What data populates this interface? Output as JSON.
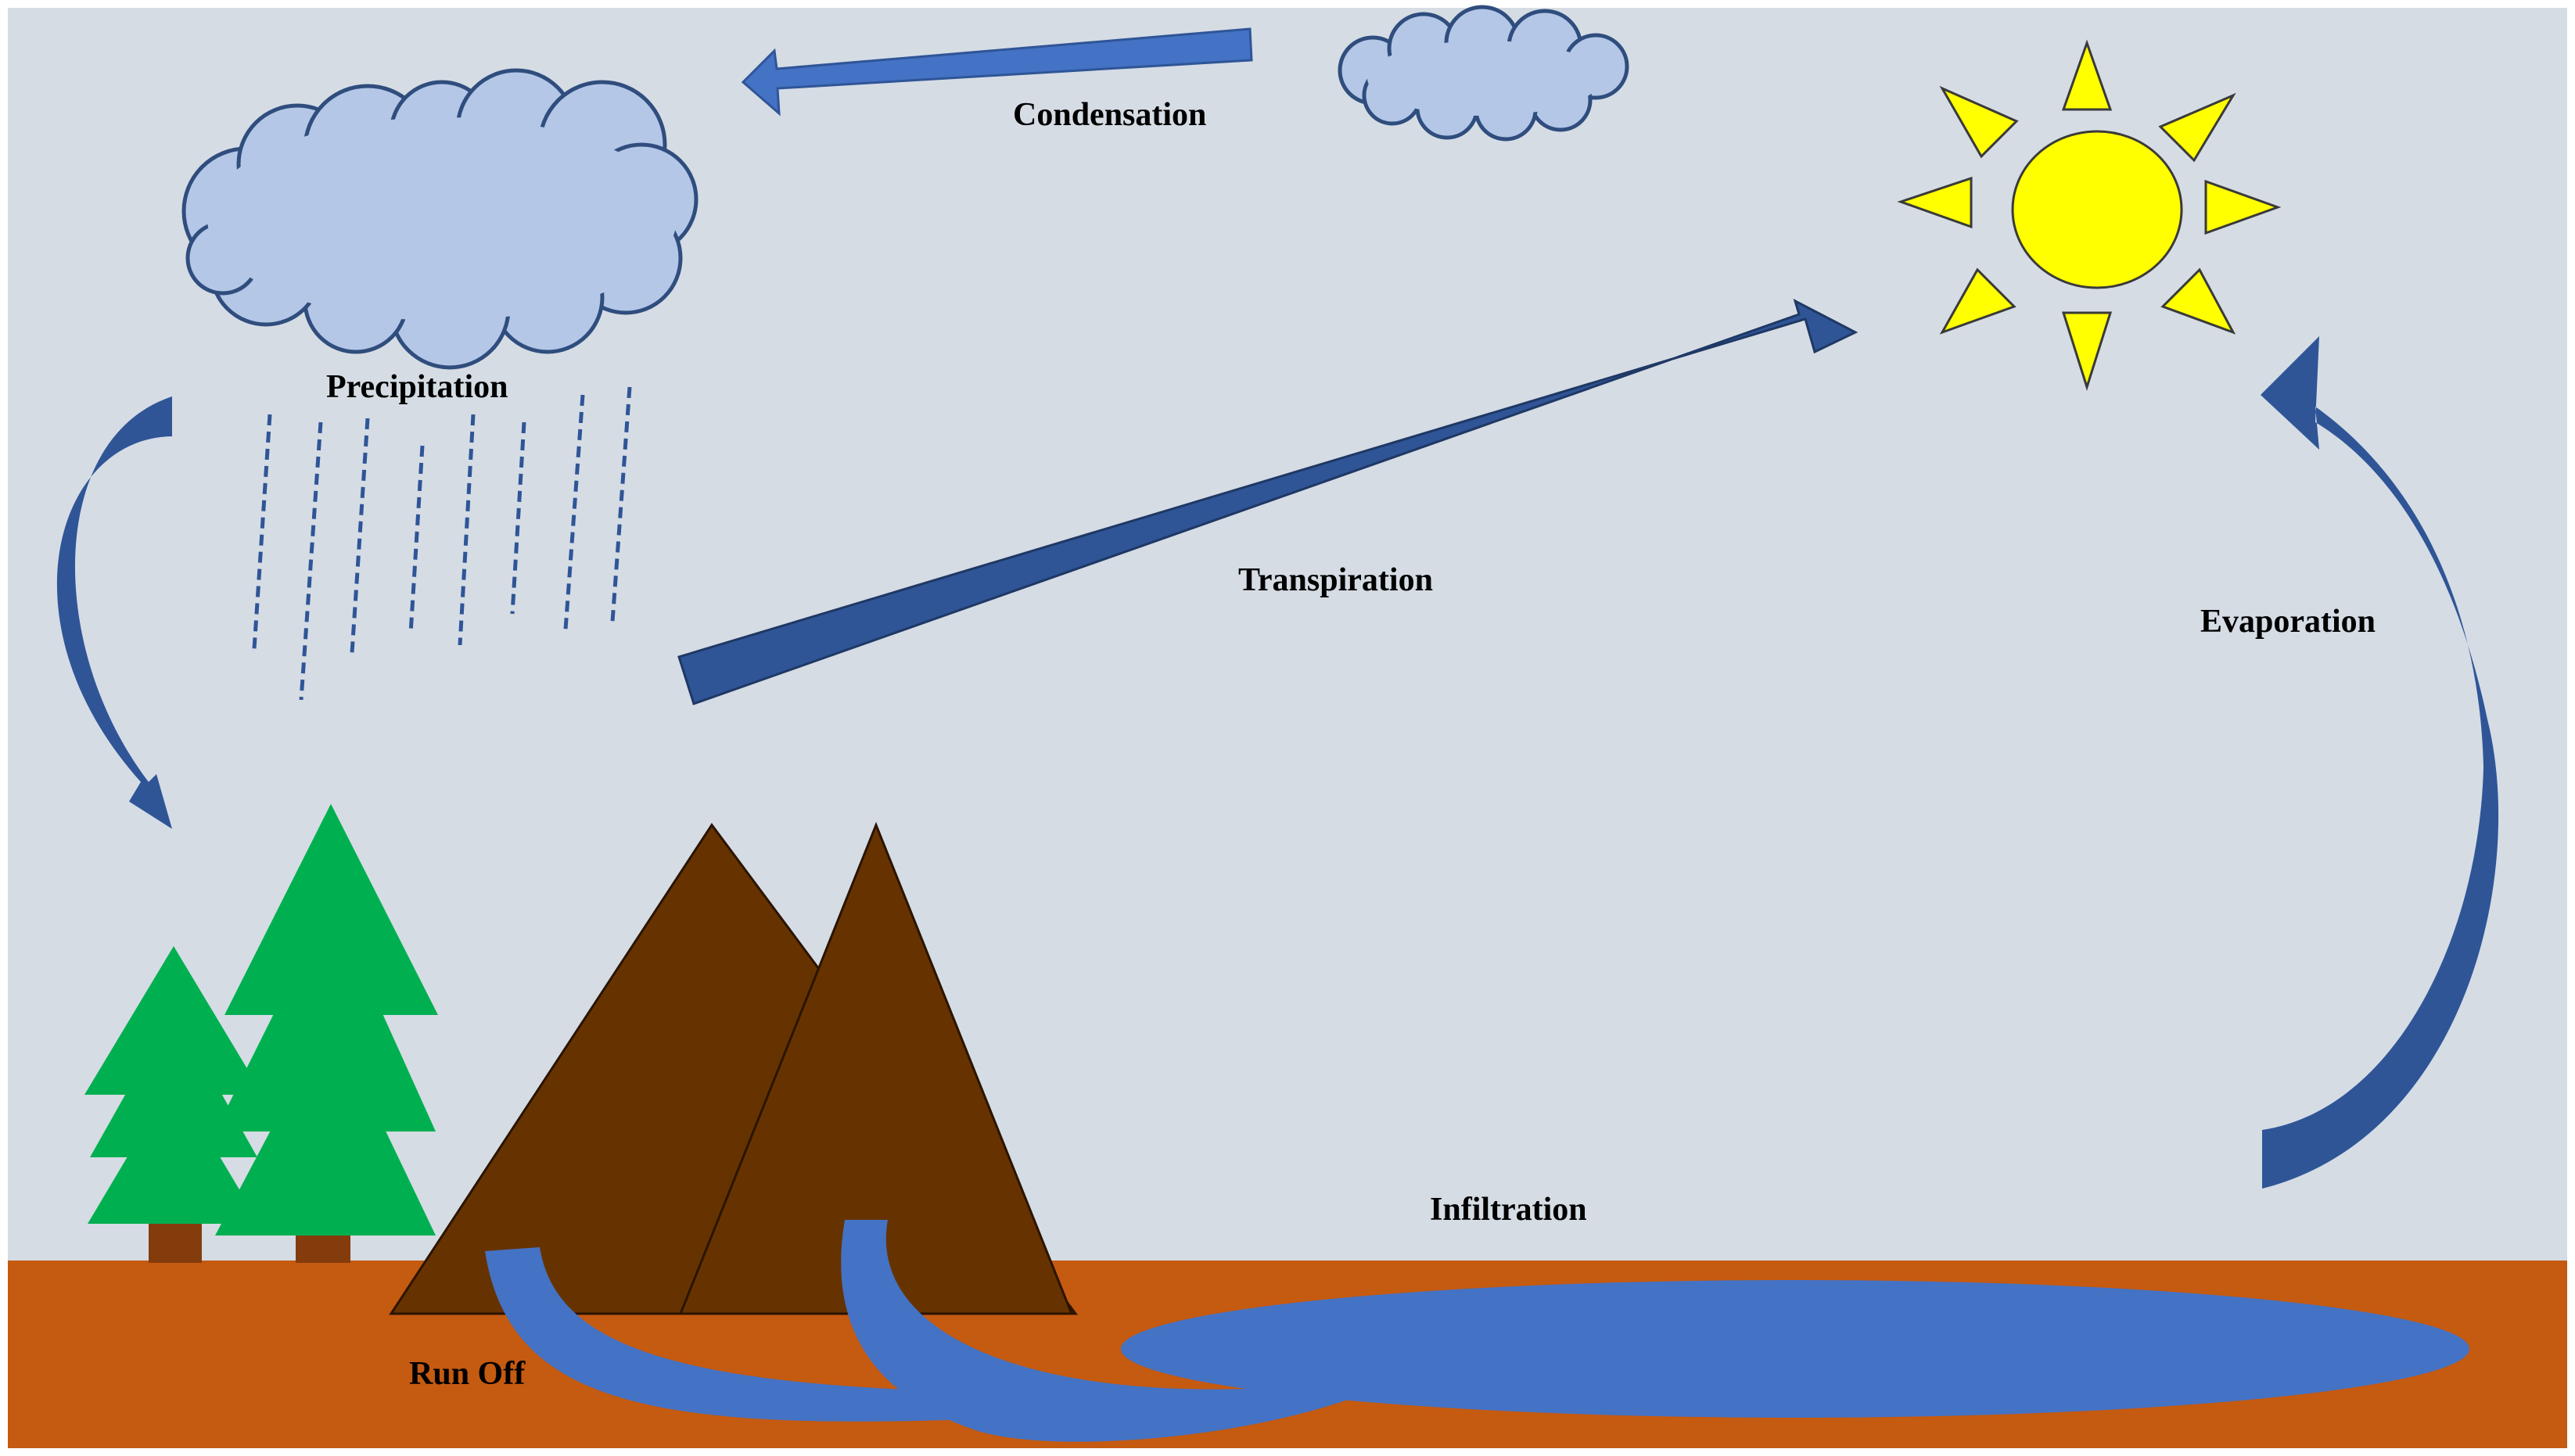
{
  "labels": {
    "condensation": "Condensation",
    "precipitation": "Precipitation",
    "transpiration": "Transpiration",
    "evaporation": "Evaporation",
    "infiltration": "Infiltration",
    "run_off": "Run Off"
  },
  "colors": {
    "sky": "#d5dce4",
    "ground": "#c55a11",
    "water": "#4472c4",
    "cloud_fill": "#b4c7e7",
    "cloud_stroke": "#2f4d7d",
    "arrow_dark": "#2f5597",
    "arrow_light": "#4472c4",
    "rain": "#2f5597",
    "sun": "#ffff00",
    "tree": "#00b050",
    "trunk": "#843c0c",
    "mountain": "#663300"
  }
}
